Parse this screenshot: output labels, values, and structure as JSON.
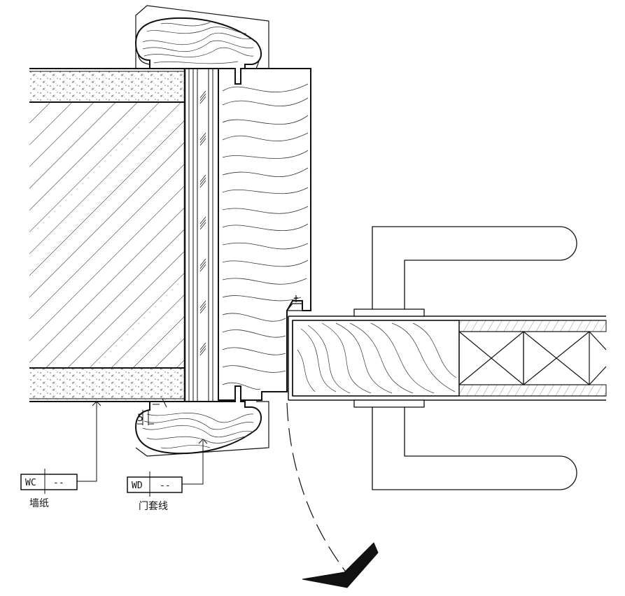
{
  "dimension": {
    "gap": "5"
  },
  "tags": [
    {
      "code": "WC",
      "value": "--",
      "label": "墙纸"
    },
    {
      "code": "WD",
      "value": "--",
      "label": "门套线"
    }
  ],
  "colors": {
    "line": "#111111",
    "paper": "#ffffff"
  }
}
